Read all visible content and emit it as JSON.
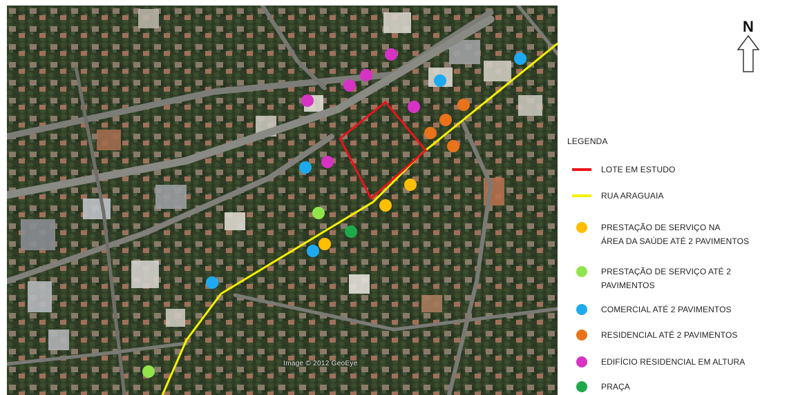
{
  "map": {
    "credit": "Image © 2012 GeoEye",
    "north_label": "N"
  },
  "legend": {
    "title": "LEGENDA",
    "items": [
      {
        "kind": "line",
        "color": "#e8141b",
        "label": "LOTE EM ESTUDO"
      },
      {
        "kind": "line",
        "color": "#f5f000",
        "label": "RUA ARAGUAIA"
      },
      {
        "kind": "dot",
        "color": "#ffbf00",
        "label": "PRESTAÇÃO DE SERVIÇO  NA",
        "label2": "ÁREA DA SAÚDE ATÉ 2 PAVIMENTOS"
      },
      {
        "kind": "dot",
        "color": "#92e44c",
        "label": "PRESTAÇÃO DE SERVIÇO ATÉ 2",
        "label2": "PAVIMENTOS"
      },
      {
        "kind": "dot",
        "color": "#1eaaf1",
        "label": "COMERCIAL ATÉ 2 PAVIMENTOS"
      },
      {
        "kind": "dot",
        "color": "#e8731a",
        "label": "RESIDENCIAL ATÉ 2 PAVIMENTOS"
      },
      {
        "kind": "dot",
        "color": "#d633c4",
        "label": "EDIFÍCIO RESIDENCIAL EM ALTURA"
      },
      {
        "kind": "dot",
        "color": "#1fa84a",
        "label": "PRAÇA"
      }
    ]
  }
}
